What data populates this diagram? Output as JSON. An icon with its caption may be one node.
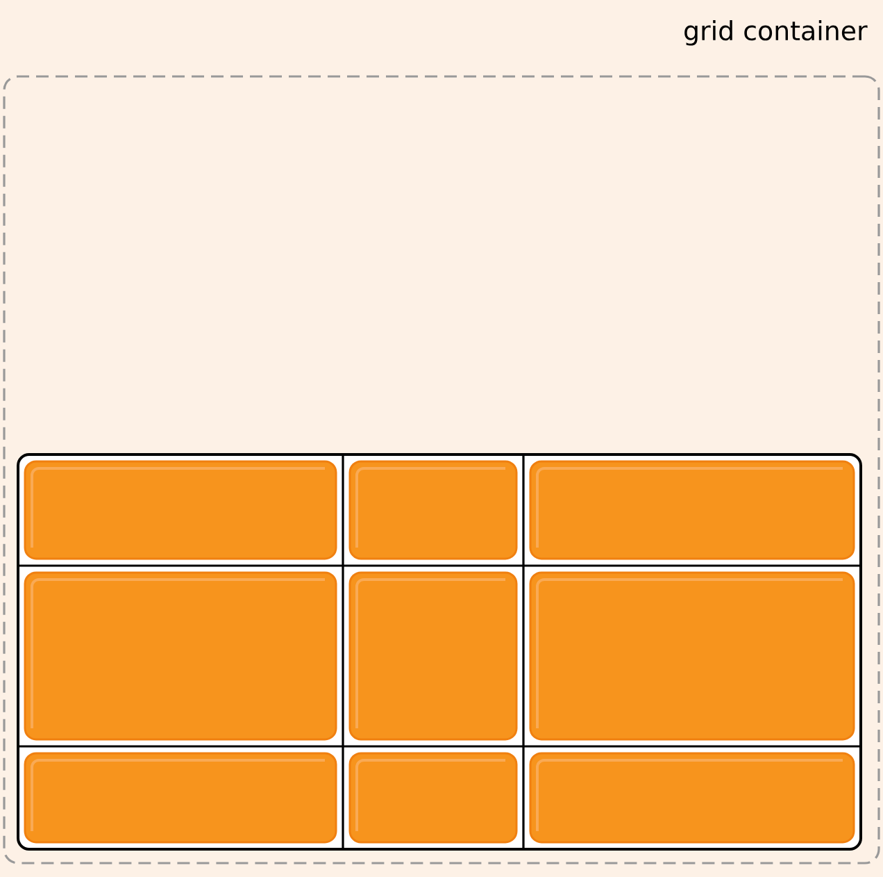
{
  "diagram": {
    "nodes": [
      {
        "text": [
          "grid container"
        ]
      },
      {
        "text": [],
        "shape": "box",
        "in": 0
      },
      {
        "text": [],
        "shape": "box",
        "in": 1
      },
      {
        "text": [],
        "shape": "box",
        "in": 1
      },
      {
        "text": [],
        "shape": "box",
        "in": 1
      },
      {
        "text": [],
        "shape": "box",
        "in": 1
      },
      {
        "text": [],
        "shape": "box",
        "in": 1
      },
      {
        "text": [],
        "shape": "box",
        "in": 1
      },
      {
        "text": [],
        "shape": "box",
        "in": 1
      },
      {
        "text": [],
        "shape": "box",
        "in": 1
      },
      {
        "text": [],
        "shape": "box",
        "in": 1
      }
    ],
    "edges": []
  }
}
